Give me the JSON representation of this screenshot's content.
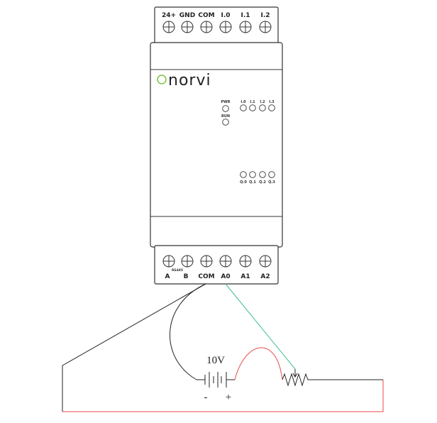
{
  "device": {
    "brand": "norvi",
    "top_terminals": [
      "24+",
      "GND",
      "COM",
      "I.0",
      "I.1",
      "I.2"
    ],
    "bottom_terminals": [
      "A",
      "B",
      "COM",
      "A0",
      "A1",
      "A2"
    ],
    "rs485_label": "RS485",
    "status_leds": [
      "PWR",
      "RUN"
    ],
    "input_leds": [
      "I.0",
      "I.1",
      "I.2",
      "I.3"
    ],
    "output_leds": [
      "Q.0",
      "Q.1",
      "Q.2",
      "Q.3"
    ]
  },
  "circuit": {
    "battery_label": "10V",
    "battery_minus": "-",
    "battery_plus": "+"
  },
  "colors": {
    "logo": "#7cc242",
    "red_wire": "#e84a4a",
    "green_wire": "#3cbf8a",
    "led_label": "#c0392b"
  }
}
